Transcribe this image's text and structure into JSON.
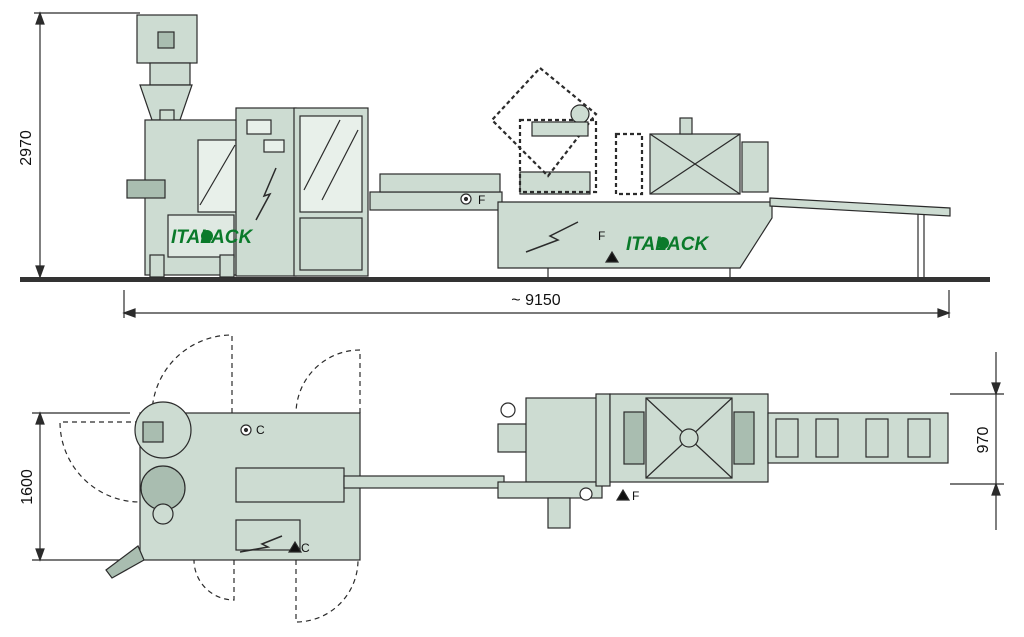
{
  "dimensions": {
    "height": "2970",
    "length": "~ 9150",
    "width": "1600",
    "conveyor_width": "970"
  },
  "brand": {
    "text_left": "ITAL",
    "text_right": "ACK",
    "color": "#0a7a2a"
  },
  "markers": {
    "f": "F",
    "c": "C"
  },
  "colors": {
    "machine_fill": "#cddcd2",
    "machine_dark": "#a9bdb0",
    "line": "#2b2b2b",
    "floor": "#333333"
  }
}
